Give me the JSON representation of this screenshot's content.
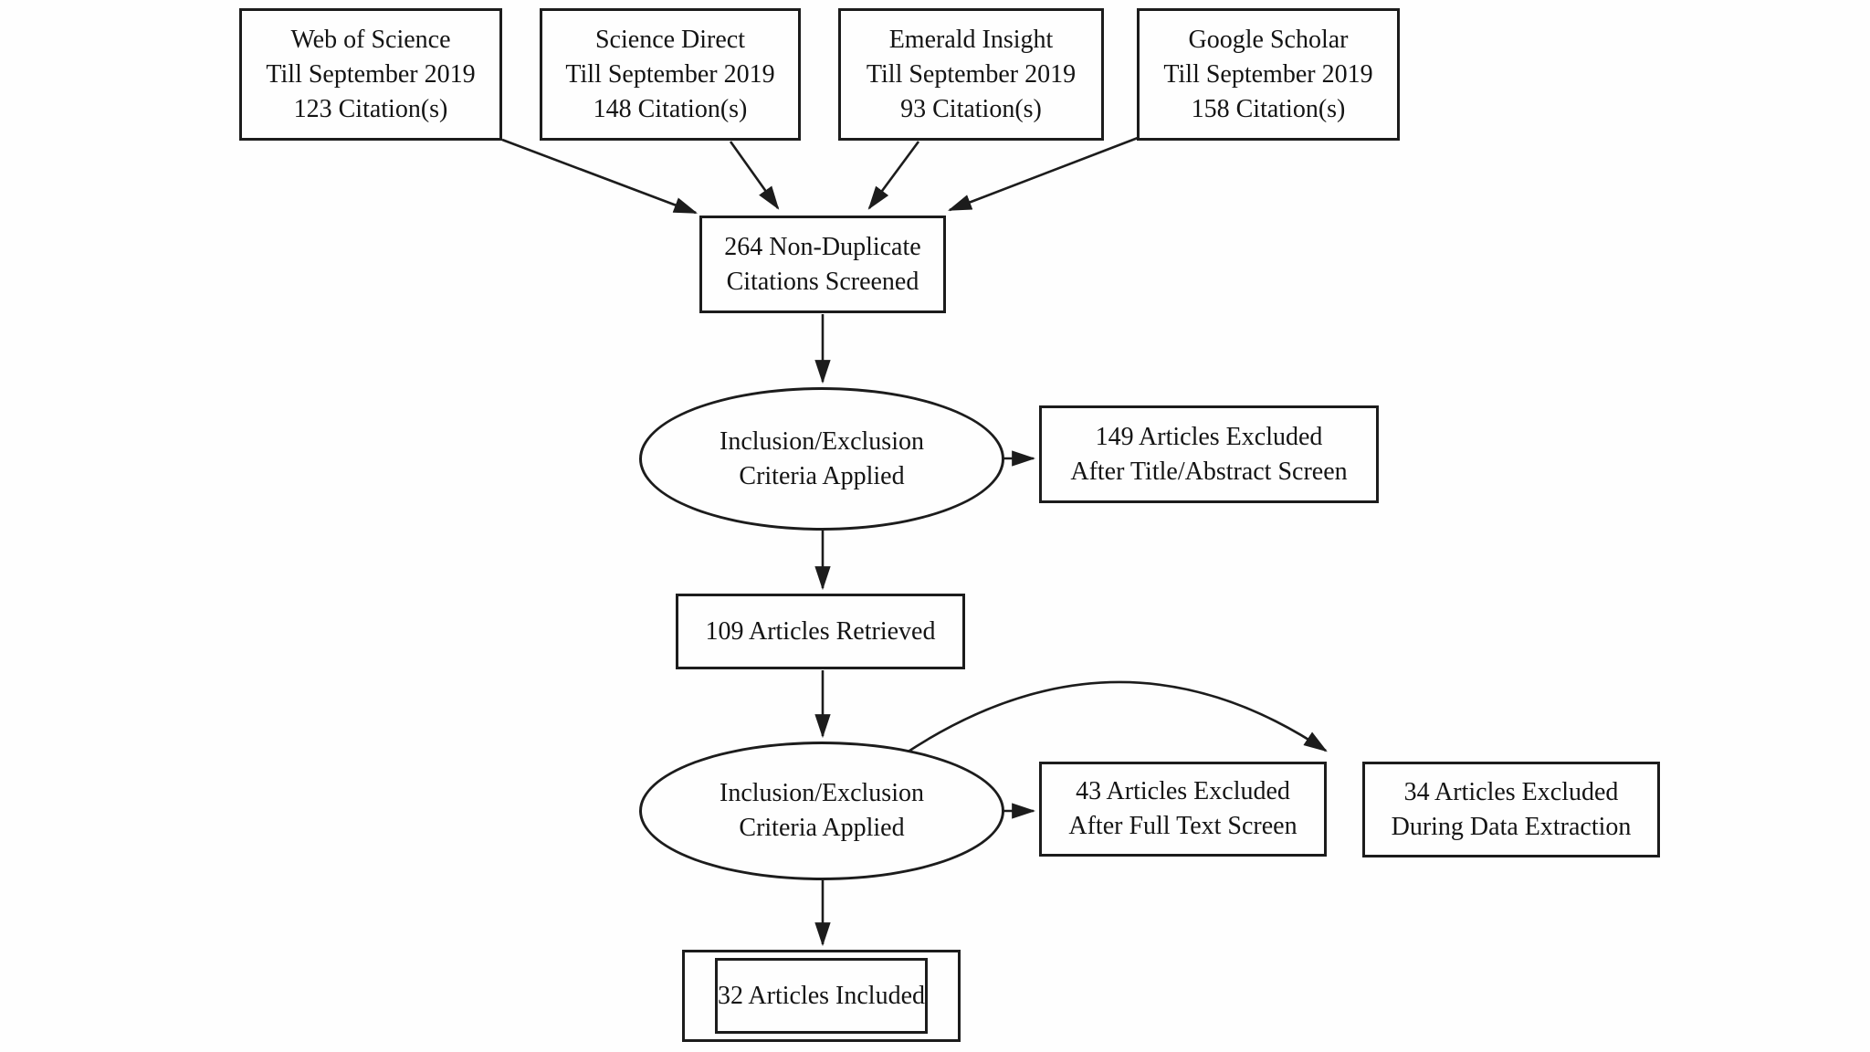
{
  "flowchart": {
    "source_boxes": [
      {
        "name": "Web of Science",
        "period": "Till September 2019",
        "citations": "123 Citation(s)"
      },
      {
        "name": "Science Direct",
        "period": "Till September 2019",
        "citations": "148 Citation(s)"
      },
      {
        "name": "Emerald Insight",
        "period": "Till September 2019",
        "citations": "93 Citation(s)"
      },
      {
        "name": "Google Scholar",
        "period": "Till September 2019",
        "citations": "158 Citation(s)"
      }
    ],
    "screened_box": {
      "line1": "264 Non-Duplicate",
      "line2": "Citations Screened"
    },
    "criteria_ellipse_1": {
      "line1": "Inclusion/Exclusion",
      "line2": "Criteria Applied"
    },
    "excluded_title_abstract_box": {
      "line1": "149 Articles Excluded",
      "line2": "After Title/Abstract Screen"
    },
    "retrieved_box": {
      "label": "109 Articles Retrieved"
    },
    "criteria_ellipse_2": {
      "line1": "Inclusion/Exclusion",
      "line2": "Criteria Applied"
    },
    "excluded_full_text_box": {
      "line1": "43 Articles Excluded",
      "line2": "After Full Text Screen"
    },
    "excluded_data_extraction_box": {
      "line1": "34 Articles Excluded",
      "line2": "During Data Extraction"
    },
    "included_box": {
      "label": "32 Articles Included"
    },
    "colors": {
      "stroke": "#1c1c1c",
      "background": "#fefefe",
      "text": "#141414"
    }
  }
}
